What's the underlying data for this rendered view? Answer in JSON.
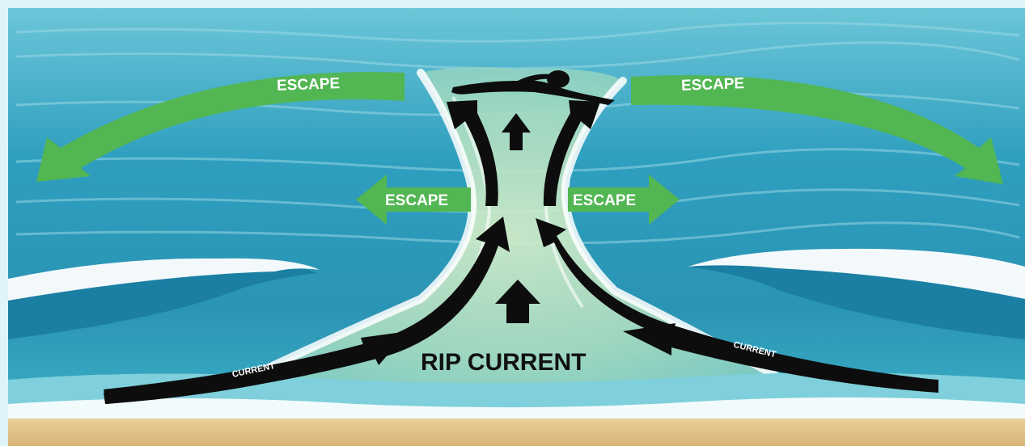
{
  "diagram": {
    "labels": {
      "escape_top_left": "ESCAPE",
      "escape_top_right": "ESCAPE",
      "escape_mid_left": "ESCAPE",
      "escape_mid_right": "ESCAPE",
      "current_left": "CURRENT",
      "current_right": "CURRENT",
      "rip_current": "RIP CURRENT"
    },
    "colors": {
      "ocean_deep": "#1f8fb0",
      "ocean_mid": "#3fb0c9",
      "ocean_light": "#7fd0dc",
      "rip_water": "#c9e7c9",
      "foam": "#ffffff",
      "sand": "#e3c38a",
      "escape_arrow": "#52b653",
      "current_arrow": "#0d0d0d"
    },
    "icons": [
      "swimmer-icon"
    ]
  }
}
